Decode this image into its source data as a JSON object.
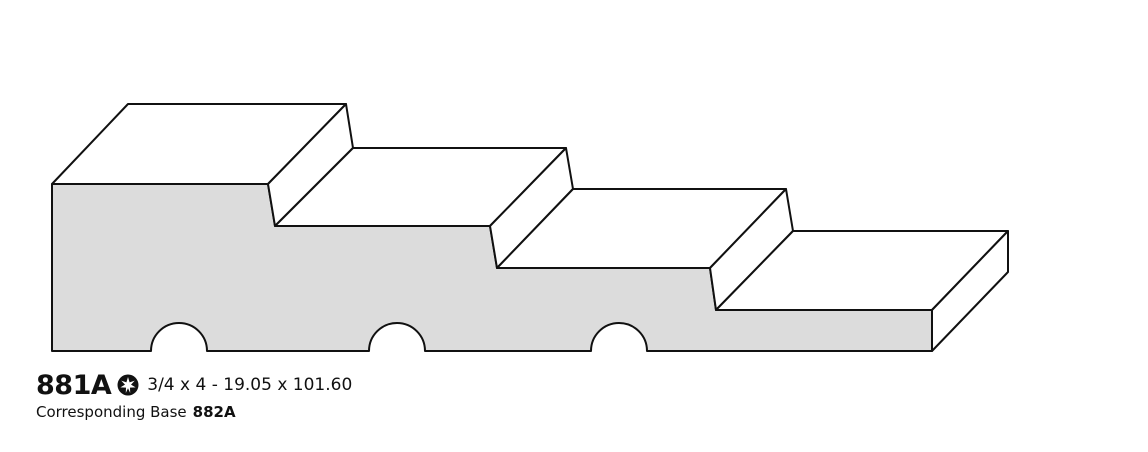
{
  "profile": {
    "code": "881A",
    "badge_icon": "star-burst-badge-icon",
    "dimensions": "3/4 x 4 - 19.05 x 101.60",
    "corresponding_label": "Corresponding Base",
    "corresponding_code": "882A"
  },
  "colors": {
    "front_fill": "#dcdcdc",
    "top_fill": "#ffffff",
    "outline": "#111111"
  }
}
